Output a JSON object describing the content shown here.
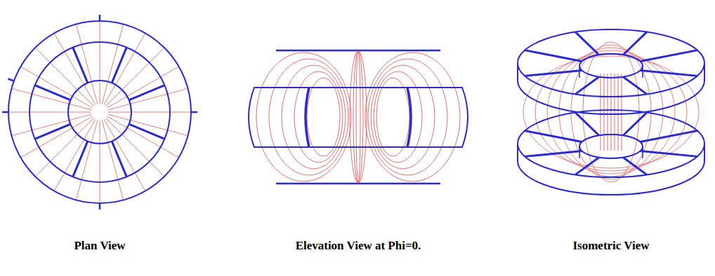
{
  "diagram": {
    "labels": [
      "Plan View",
      "Elevation View at Phi=0.",
      "Isometric View"
    ]
  }
}
